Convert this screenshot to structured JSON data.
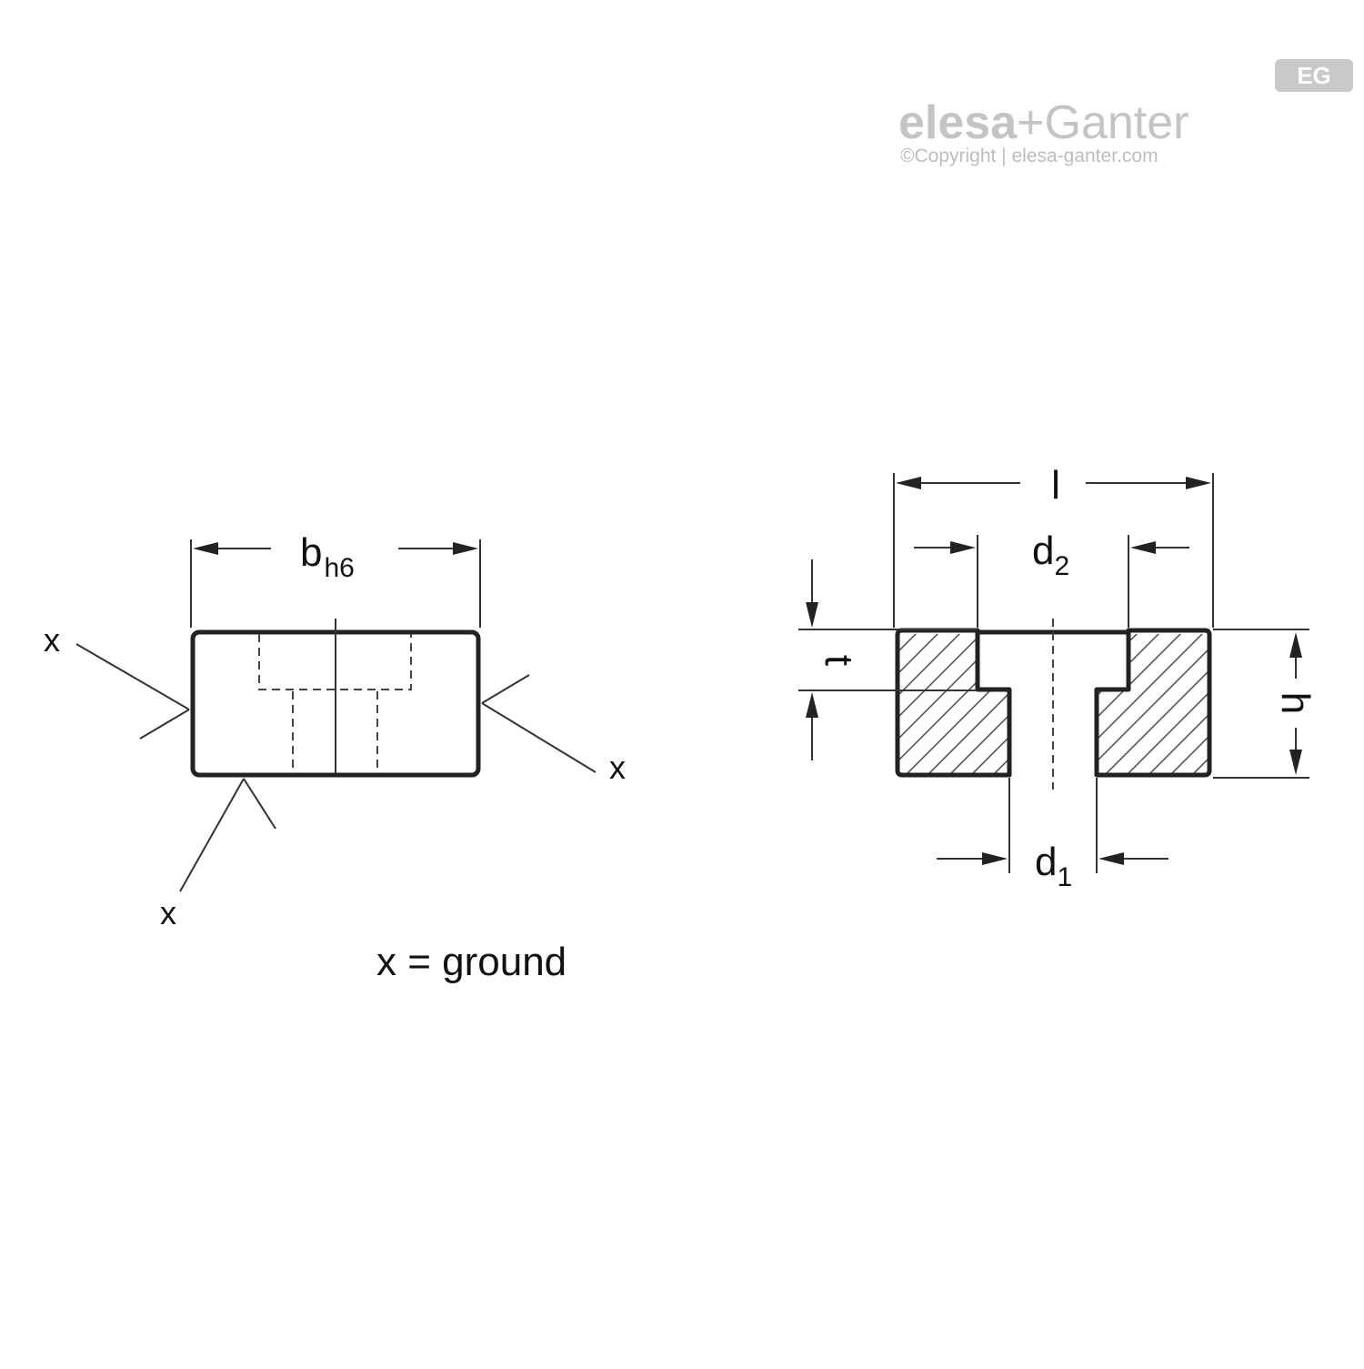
{
  "logo": {
    "brand_left": "elesa",
    "brand_plus": "+",
    "brand_right": "Ganter",
    "badge": "EG",
    "copyright": "©Copyright | elesa-ganter.com"
  },
  "front_view": {
    "width_label": "b",
    "width_subscript": "h6",
    "ground_mark_top_left": "x",
    "ground_mark_right": "x",
    "ground_mark_bottom": "x",
    "legend": "x = ground"
  },
  "section_view": {
    "length_label": "l",
    "counterbore_label": "d",
    "counterbore_subscript": "2",
    "hole_label": "d",
    "hole_subscript": "1",
    "depth_label": "t",
    "height_label": "h"
  },
  "colors": {
    "line": "#222222",
    "logo_gray": "#c4c4c4"
  }
}
